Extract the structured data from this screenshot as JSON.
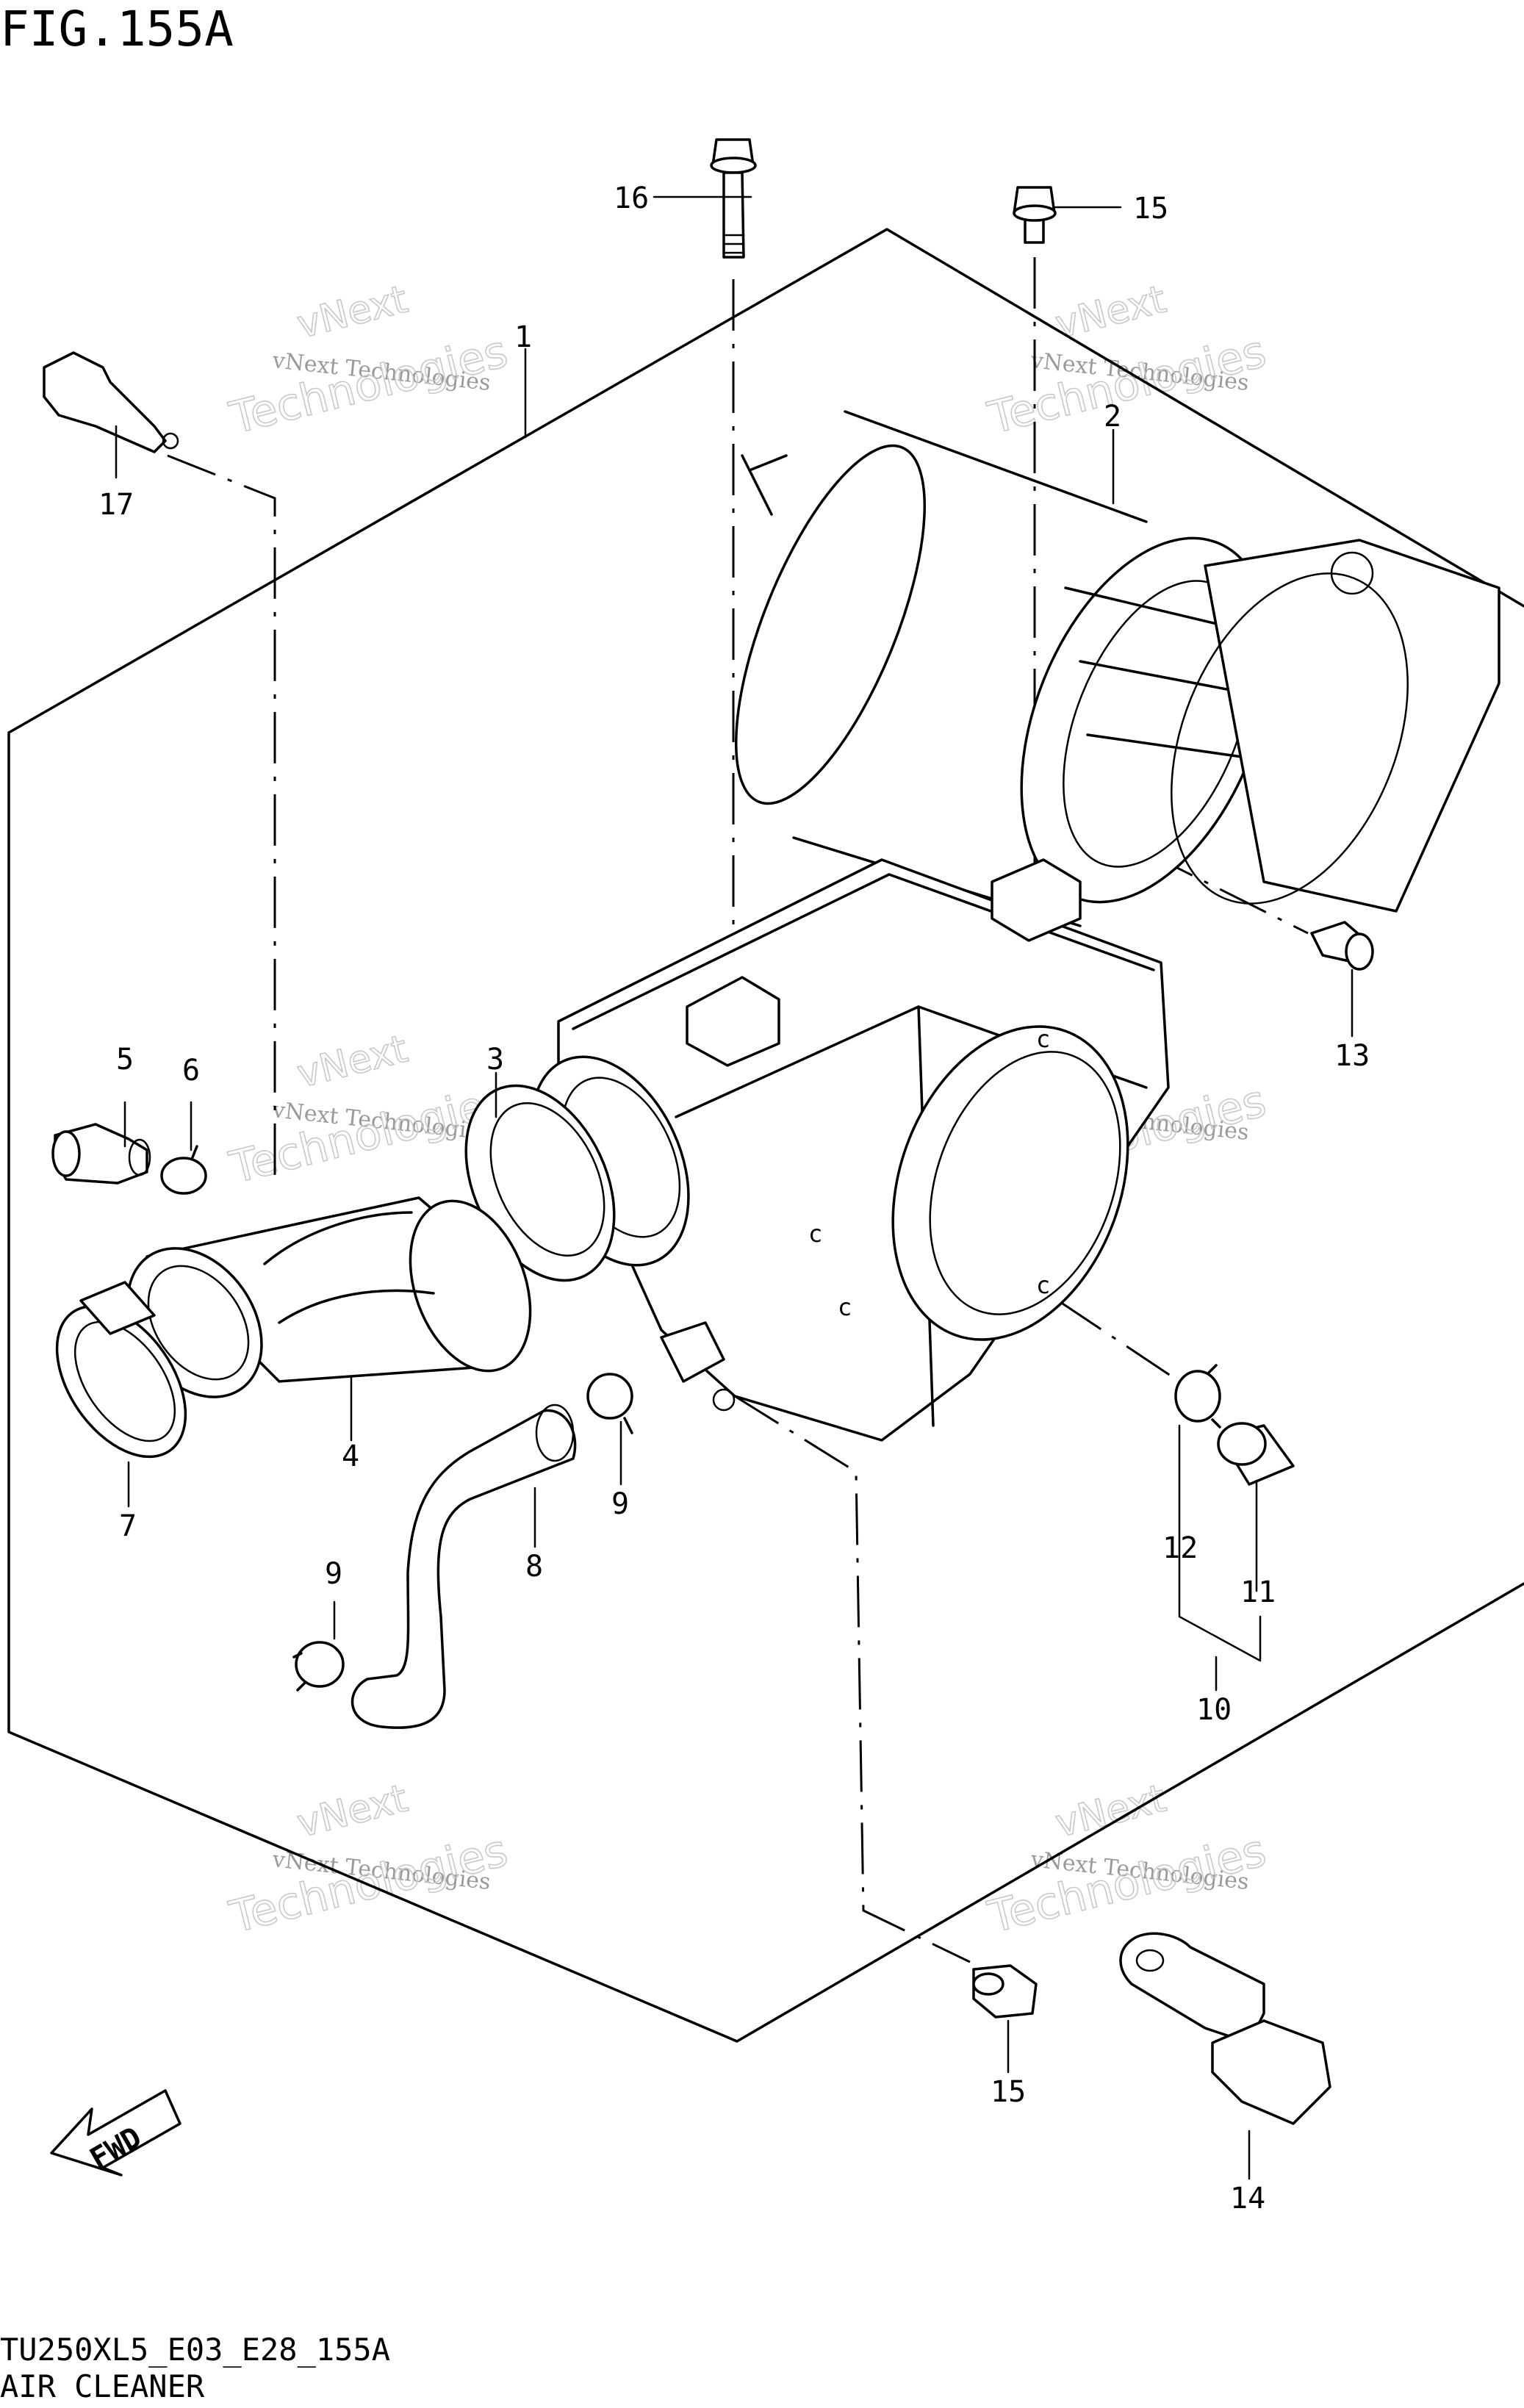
{
  "figure": {
    "title": "FIG.155A",
    "code": "TU250XL5_E03_E28_155A",
    "caption": "AIR CLEANER",
    "fwd_label": "FWD"
  },
  "watermark": {
    "line1": "vNext",
    "line2": "vNext Technologies",
    "line3": "Technologies"
  },
  "callouts": [
    "1",
    "2",
    "3",
    "4",
    "5",
    "6",
    "7",
    "8",
    "9",
    "9",
    "10",
    "11",
    "12",
    "13",
    "14",
    "15",
    "15",
    "16",
    "17"
  ]
}
